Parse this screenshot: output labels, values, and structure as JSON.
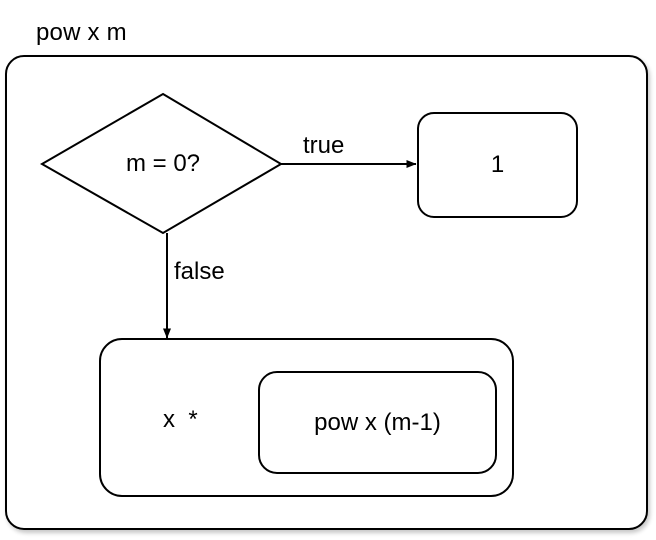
{
  "diagram": {
    "title": "pow x m",
    "type": "flowchart",
    "background_color": "#ffffff",
    "stroke_color": "#000000",
    "text_color": "#000000"
  },
  "nodes": {
    "decision": {
      "shape": "diamond",
      "label": "m = 0?"
    },
    "true_result": {
      "shape": "rounded-rect",
      "label": "1"
    },
    "recursive_case": {
      "shape": "rounded-rect",
      "expression": "x  *",
      "inner": {
        "shape": "rounded-rect",
        "label": "pow x (m-1)"
      }
    }
  },
  "edges": [
    {
      "from": "decision",
      "to": "true_result",
      "label": "true",
      "direction": "right"
    },
    {
      "from": "decision",
      "to": "recursive_case",
      "label": "false",
      "direction": "down"
    }
  ]
}
